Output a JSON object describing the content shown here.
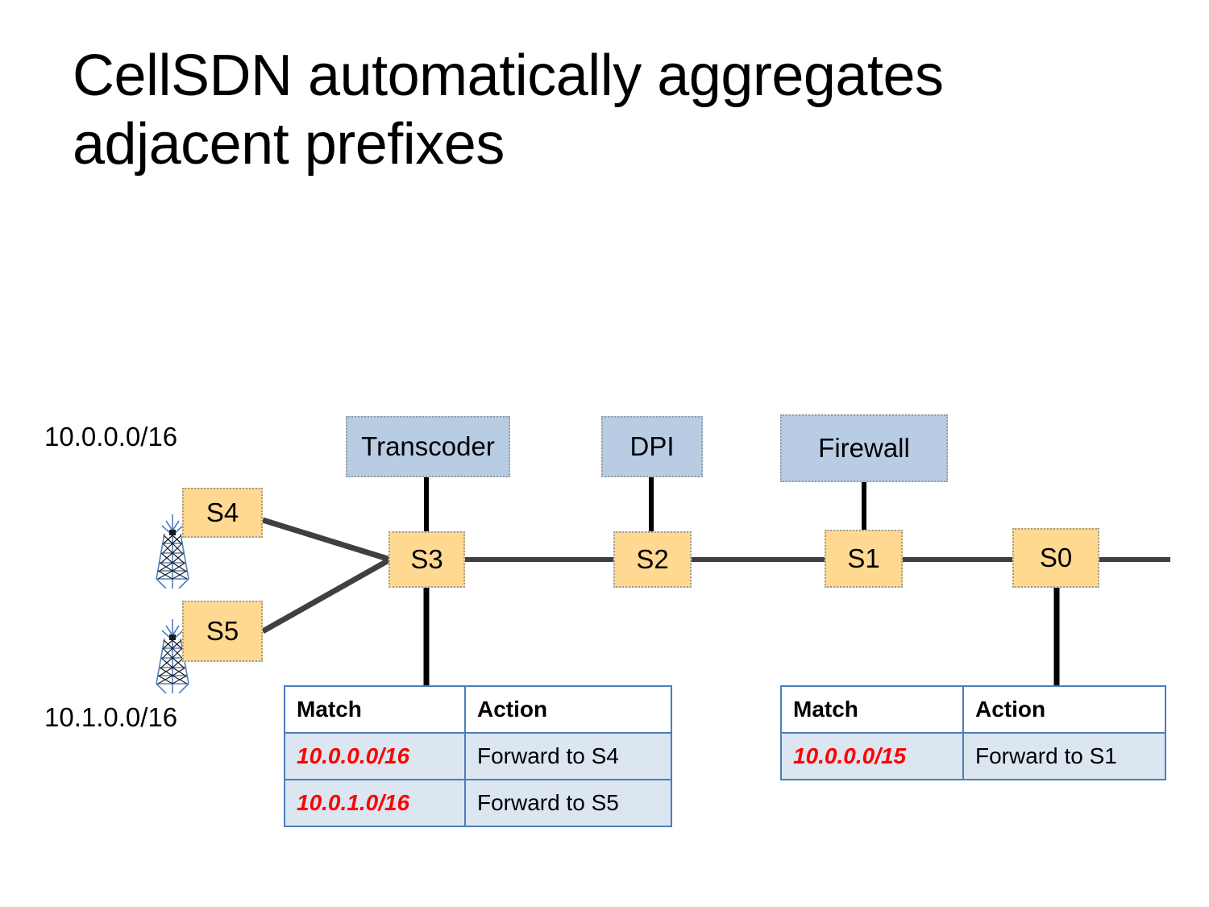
{
  "slide": {
    "title": "CellSDN automatically aggregates\nadjacent prefixes",
    "background_color": "#ffffff"
  },
  "colors": {
    "middlebox_fill": "#b8cce4",
    "switch_fill": "#ffd992",
    "node_border": "#9c9c9c",
    "table_border": "#4a7ebb",
    "table_row_fill": "#dce6f1",
    "match_text": "#ff0000",
    "link_line": "#404040",
    "tower": "#4f81bd"
  },
  "prefixes": {
    "top": "10.0.0.0/16",
    "bottom": "10.1.0.0/16"
  },
  "middleboxes": [
    {
      "id": "transcoder",
      "label": "Transcoder"
    },
    {
      "id": "dpi",
      "label": "DPI"
    },
    {
      "id": "firewall",
      "label": "Firewall"
    }
  ],
  "switches": [
    {
      "id": "s4",
      "label": "S4"
    },
    {
      "id": "s5",
      "label": "S5"
    },
    {
      "id": "s3",
      "label": "S3"
    },
    {
      "id": "s2",
      "label": "S2"
    },
    {
      "id": "s1",
      "label": "S1"
    },
    {
      "id": "s0",
      "label": "S0"
    }
  ],
  "towers": [
    {
      "id": "tower-top",
      "icon": "cell-tower-icon"
    },
    {
      "id": "tower-bottom",
      "icon": "cell-tower-icon"
    }
  ],
  "tables": {
    "left": {
      "attached_to": "S3",
      "headers": {
        "match": "Match",
        "action": "Action"
      },
      "rows": [
        {
          "match": "10.0.0.0/16",
          "action": "Forward to S4"
        },
        {
          "match": "10.0.1.0/16",
          "action": "Forward to S5"
        }
      ]
    },
    "right": {
      "attached_to": "S0",
      "headers": {
        "match": "Match",
        "action": "Action"
      },
      "rows": [
        {
          "match": "10.0.0.0/15",
          "action": "Forward to S1"
        }
      ]
    }
  }
}
